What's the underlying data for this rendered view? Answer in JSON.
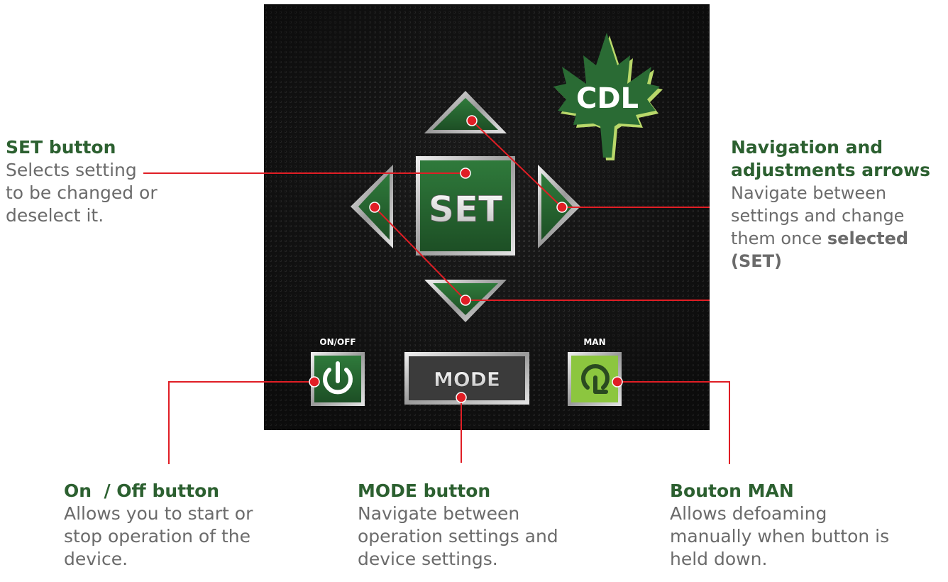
{
  "panel": {
    "logo_text": "CDL",
    "set_label": "SET",
    "mode_label": "MODE",
    "onoff_label": "ON/OFF",
    "man_label": "MAN"
  },
  "callouts": {
    "set": {
      "title": "SET button",
      "desc": "Selects setting to be changed or deselect it."
    },
    "nav": {
      "title_line1": "Navigation and",
      "title_line2": "adjustments arrows",
      "desc": "Navigate between settings and change them once",
      "desc_bold": "selected (SET)"
    },
    "onoff": {
      "title": "On  / Off button",
      "desc": "Allows you to start or stop operation of the device."
    },
    "mode": {
      "title": "MODE button",
      "desc": "Navigate between operation settings and device settings."
    },
    "man": {
      "title": "Bouton MAN",
      "desc": "Allows defoaming manually when button is held down."
    }
  },
  "colors": {
    "title_green": "#2c6030",
    "desc_gray": "#6b6b6b",
    "leader_red": "#e01e25",
    "button_green": "#2a6b34",
    "man_green": "#8cc63f",
    "panel_dark": "#1c1c1c"
  }
}
